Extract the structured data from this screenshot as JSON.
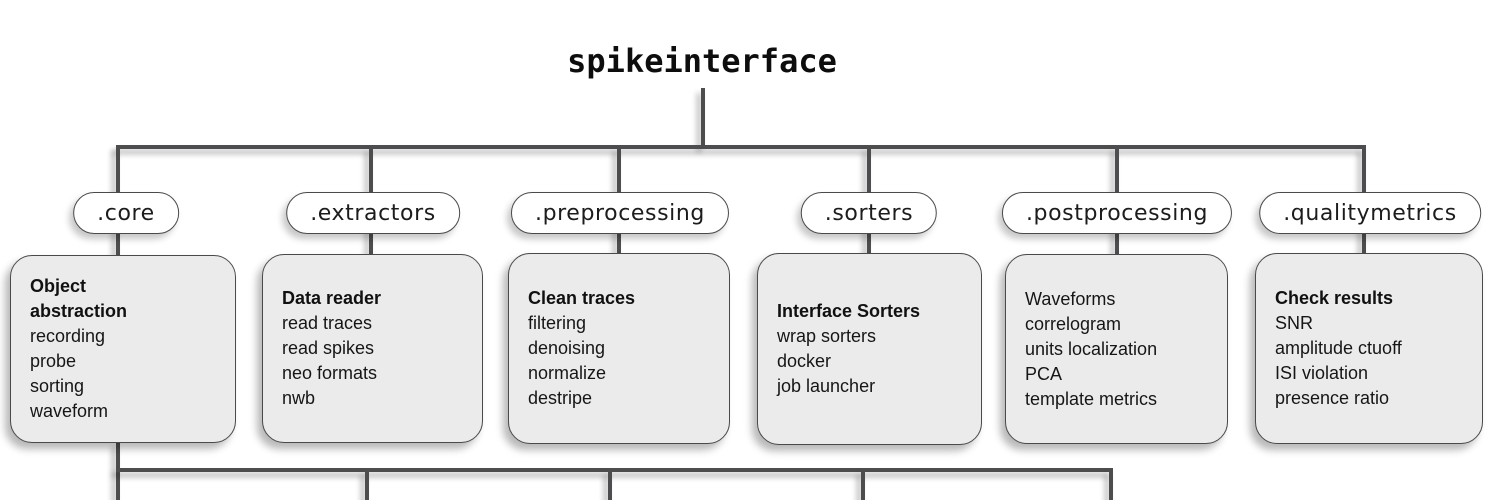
{
  "title": "spikeinterface",
  "colors": {
    "background": "#ffffff",
    "connector_line": "#4d4d4f",
    "box_fill": "#ebebeb",
    "box_border": "#4a4a4c",
    "pill_fill": "#ffffff",
    "pill_border": "#4a4a4c",
    "text": "#111111"
  },
  "modules": [
    {
      "pill": ".core",
      "heading": "Object abstraction",
      "items": [
        "recording",
        "probe",
        "sorting",
        "waveform"
      ]
    },
    {
      "pill": ".extractors",
      "heading": "Data reader",
      "items": [
        "read traces",
        "read spikes",
        "neo formats",
        "nwb"
      ]
    },
    {
      "pill": ".preprocessing",
      "heading": "Clean traces",
      "items": [
        "filtering",
        "denoising",
        "normalize",
        "destripe"
      ]
    },
    {
      "pill": ".sorters",
      "heading": "Interface Sorters",
      "items": [
        "wrap sorters",
        "docker",
        "job launcher"
      ]
    },
    {
      "pill": ".postprocessing",
      "heading": "",
      "items": [
        "Waveforms",
        "correlogram",
        "units localization",
        "PCA",
        "template metrics"
      ]
    },
    {
      "pill": ".qualitymetrics",
      "heading": "Check results",
      "items": [
        "SNR",
        "amplitude ctuoff",
        "ISI violation",
        "presence ratio"
      ]
    }
  ]
}
